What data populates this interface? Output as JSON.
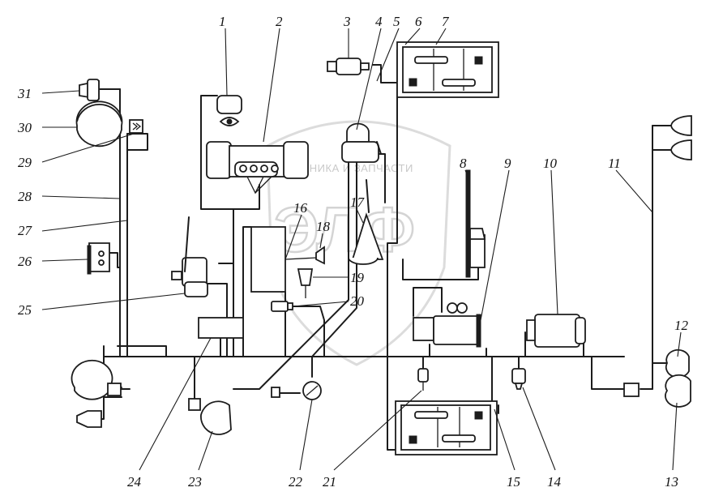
{
  "watermark": {
    "top_text": "ТЕХНИКА И ЗАПЧАСТИ",
    "logo_letters": "ЭЛФ"
  },
  "callouts": [
    "1",
    "2",
    "3",
    "4",
    "5",
    "6",
    "7",
    "8",
    "9",
    "10",
    "11",
    "12",
    "13",
    "14",
    "15",
    "16",
    "17",
    "18",
    "19",
    "20",
    "21",
    "22",
    "23",
    "24",
    "25",
    "26",
    "27",
    "28",
    "29",
    "30",
    "31"
  ],
  "colors": {
    "ink": "#1c1c1c",
    "watermark": "#d4d4d4",
    "background": "#ffffff"
  }
}
